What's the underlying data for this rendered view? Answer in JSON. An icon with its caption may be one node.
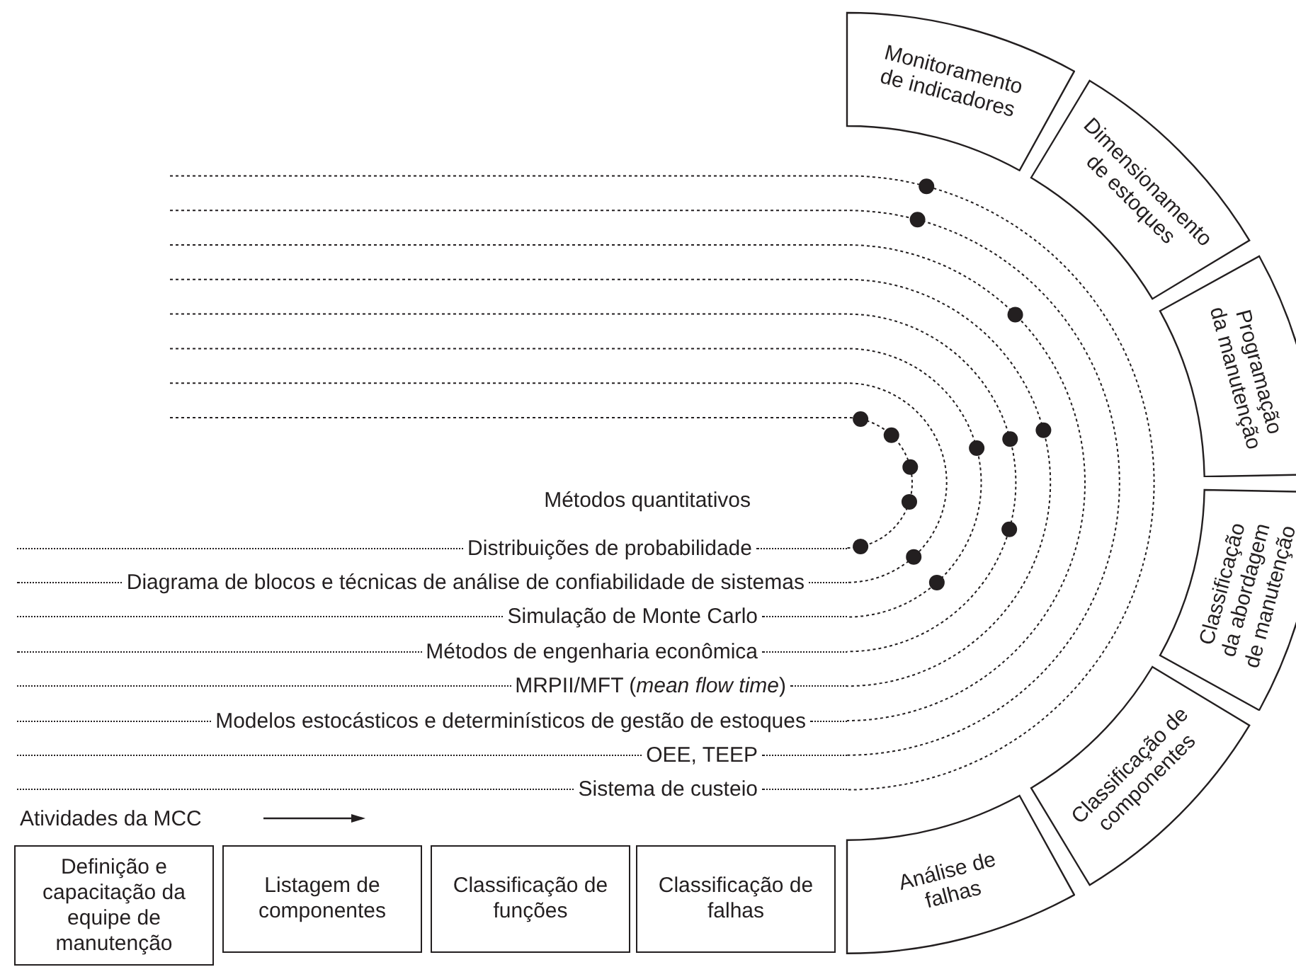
{
  "diagram": {
    "nodes": [
      {
        "text": [
          "Definição e capacitação da equipe de manutenção"
        ]
      },
      {
        "text": [
          "Listagem de componentes"
        ]
      },
      {
        "text": [
          "Classificação de funções"
        ]
      },
      {
        "text": [
          "Classificação de falhas"
        ]
      },
      {
        "text": [
          "Análise de falhas"
        ]
      },
      {
        "text": [
          "Classificação de componentes"
        ]
      },
      {
        "text": [
          "Classificação da abordagem de manutenção"
        ]
      },
      {
        "text": [
          "Programação da manutenção"
        ]
      },
      {
        "text": [
          "Dimensionamento de estoques"
        ]
      },
      {
        "text": [
          "Monitoramento de indicadores"
        ]
      }
    ],
    "labels": [
      "Métodos quantitativos",
      "Distribuições de probabilidade",
      "Diagrama de blocos e técnicas de análise de confiabilidade de sistemas",
      "Simulação de Monte Carlo",
      "Métodos de engenharia econômica",
      "MRPII/MFT (*mean flow time*)",
      "Modelos estocásticos e determinísticos de gestão de estoques",
      "OEE, TEEP",
      "Sistema de custeio",
      "Atividades da MCC"
    ]
  }
}
